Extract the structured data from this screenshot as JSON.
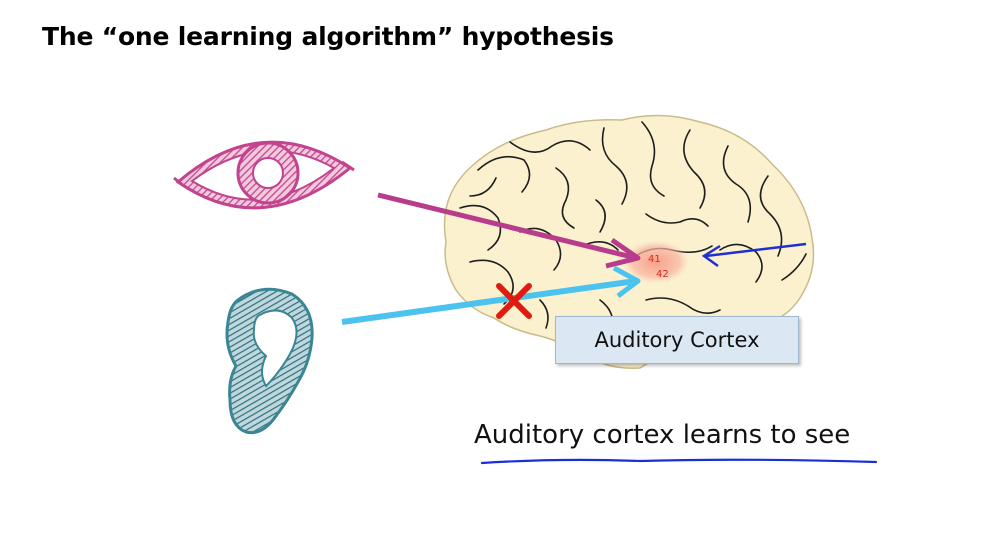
{
  "slide": {
    "title": "The “one learning algorithm” hypothesis",
    "brain_label": "Auditory Cortex",
    "area_numbers": [
      "41",
      "42"
    ],
    "caption": "Auditory cortex learns to see"
  },
  "colors": {
    "eye": "#c2438e",
    "ear": "#3b8694",
    "eye_arrow": "#b83c8c",
    "ear_arrow": "#4cc3ef",
    "right_arrow": "#2030d0",
    "cross": "#e01c10",
    "brain_fill": "#fbf1cf",
    "cortex_highlight": "#f8a590",
    "underline": "#1a2fd8"
  }
}
